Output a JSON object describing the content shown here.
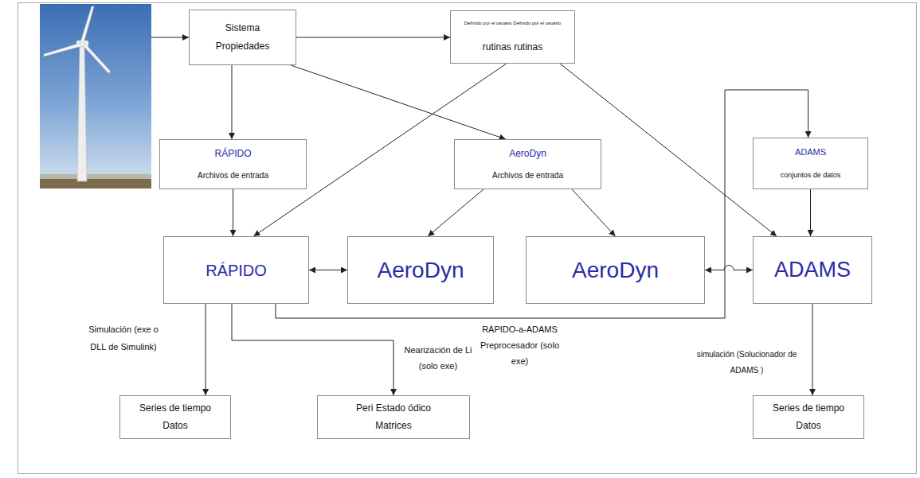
{
  "diagram": {
    "nodes": [
      {
        "text": [
          "Sistema Propiedades"
        ]
      },
      {
        "text": [
          "Definido por el usuario Definido por el usuario",
          "rutinas rutinas"
        ]
      },
      {
        "text": [
          "RÁPIDO",
          "Archivos de entrada"
        ]
      },
      {
        "text": [
          "AeroDyn",
          "Archivos de entrada"
        ]
      },
      {
        "text": [
          "ADAMS",
          "conjuntos de datos"
        ]
      },
      {
        "text": [
          "RÁPIDO"
        ]
      },
      {
        "text": [
          "AeroDyn"
        ]
      },
      {
        "text": [
          "AeroDyn"
        ]
      },
      {
        "text": [
          "ADAMS"
        ]
      },
      {
        "text": [
          "Series de tiempo Datos"
        ]
      },
      {
        "text": [
          "Peri Estado ódico Matrices"
        ]
      },
      {
        "text": [
          "Series de tiempo Datos"
        ]
      }
    ],
    "edges": [
      {
        "from": 0,
        "to": 1,
        "arrow": "to"
      },
      {
        "from": 0,
        "to": 2,
        "arrow": "to"
      },
      {
        "from": 0,
        "to": 3,
        "arrow": "to"
      },
      {
        "from": 1,
        "to": 5,
        "arrow": "to"
      },
      {
        "from": 1,
        "to": 8,
        "arrow": "to"
      },
      {
        "from": 2,
        "to": 5,
        "arrow": "to"
      },
      {
        "from": 3,
        "to": 6,
        "arrow": "to"
      },
      {
        "from": 3,
        "to": 7,
        "arrow": "to"
      },
      {
        "from": 4,
        "to": 8,
        "arrow": "to"
      },
      {
        "from": 5,
        "to": 6,
        "arrow": "both"
      },
      {
        "from": 7,
        "to": 8,
        "arrow": "both"
      },
      {
        "from": 5,
        "to": 4,
        "arrow": "to",
        "label": "RÁPIDO-a-ADAMS Preprocesador (solo exe)"
      },
      {
        "from": 5,
        "to": 9,
        "arrow": "to",
        "label": "Simulación (exe o DLL de Simulink)"
      },
      {
        "from": 5,
        "to": 10,
        "arrow": "to",
        "label": "Nearización de Li (solo exe)"
      },
      {
        "from": 8,
        "to": 11,
        "arrow": "to",
        "label": "simulación (Solucionador de ADAMS )"
      }
    ]
  }
}
